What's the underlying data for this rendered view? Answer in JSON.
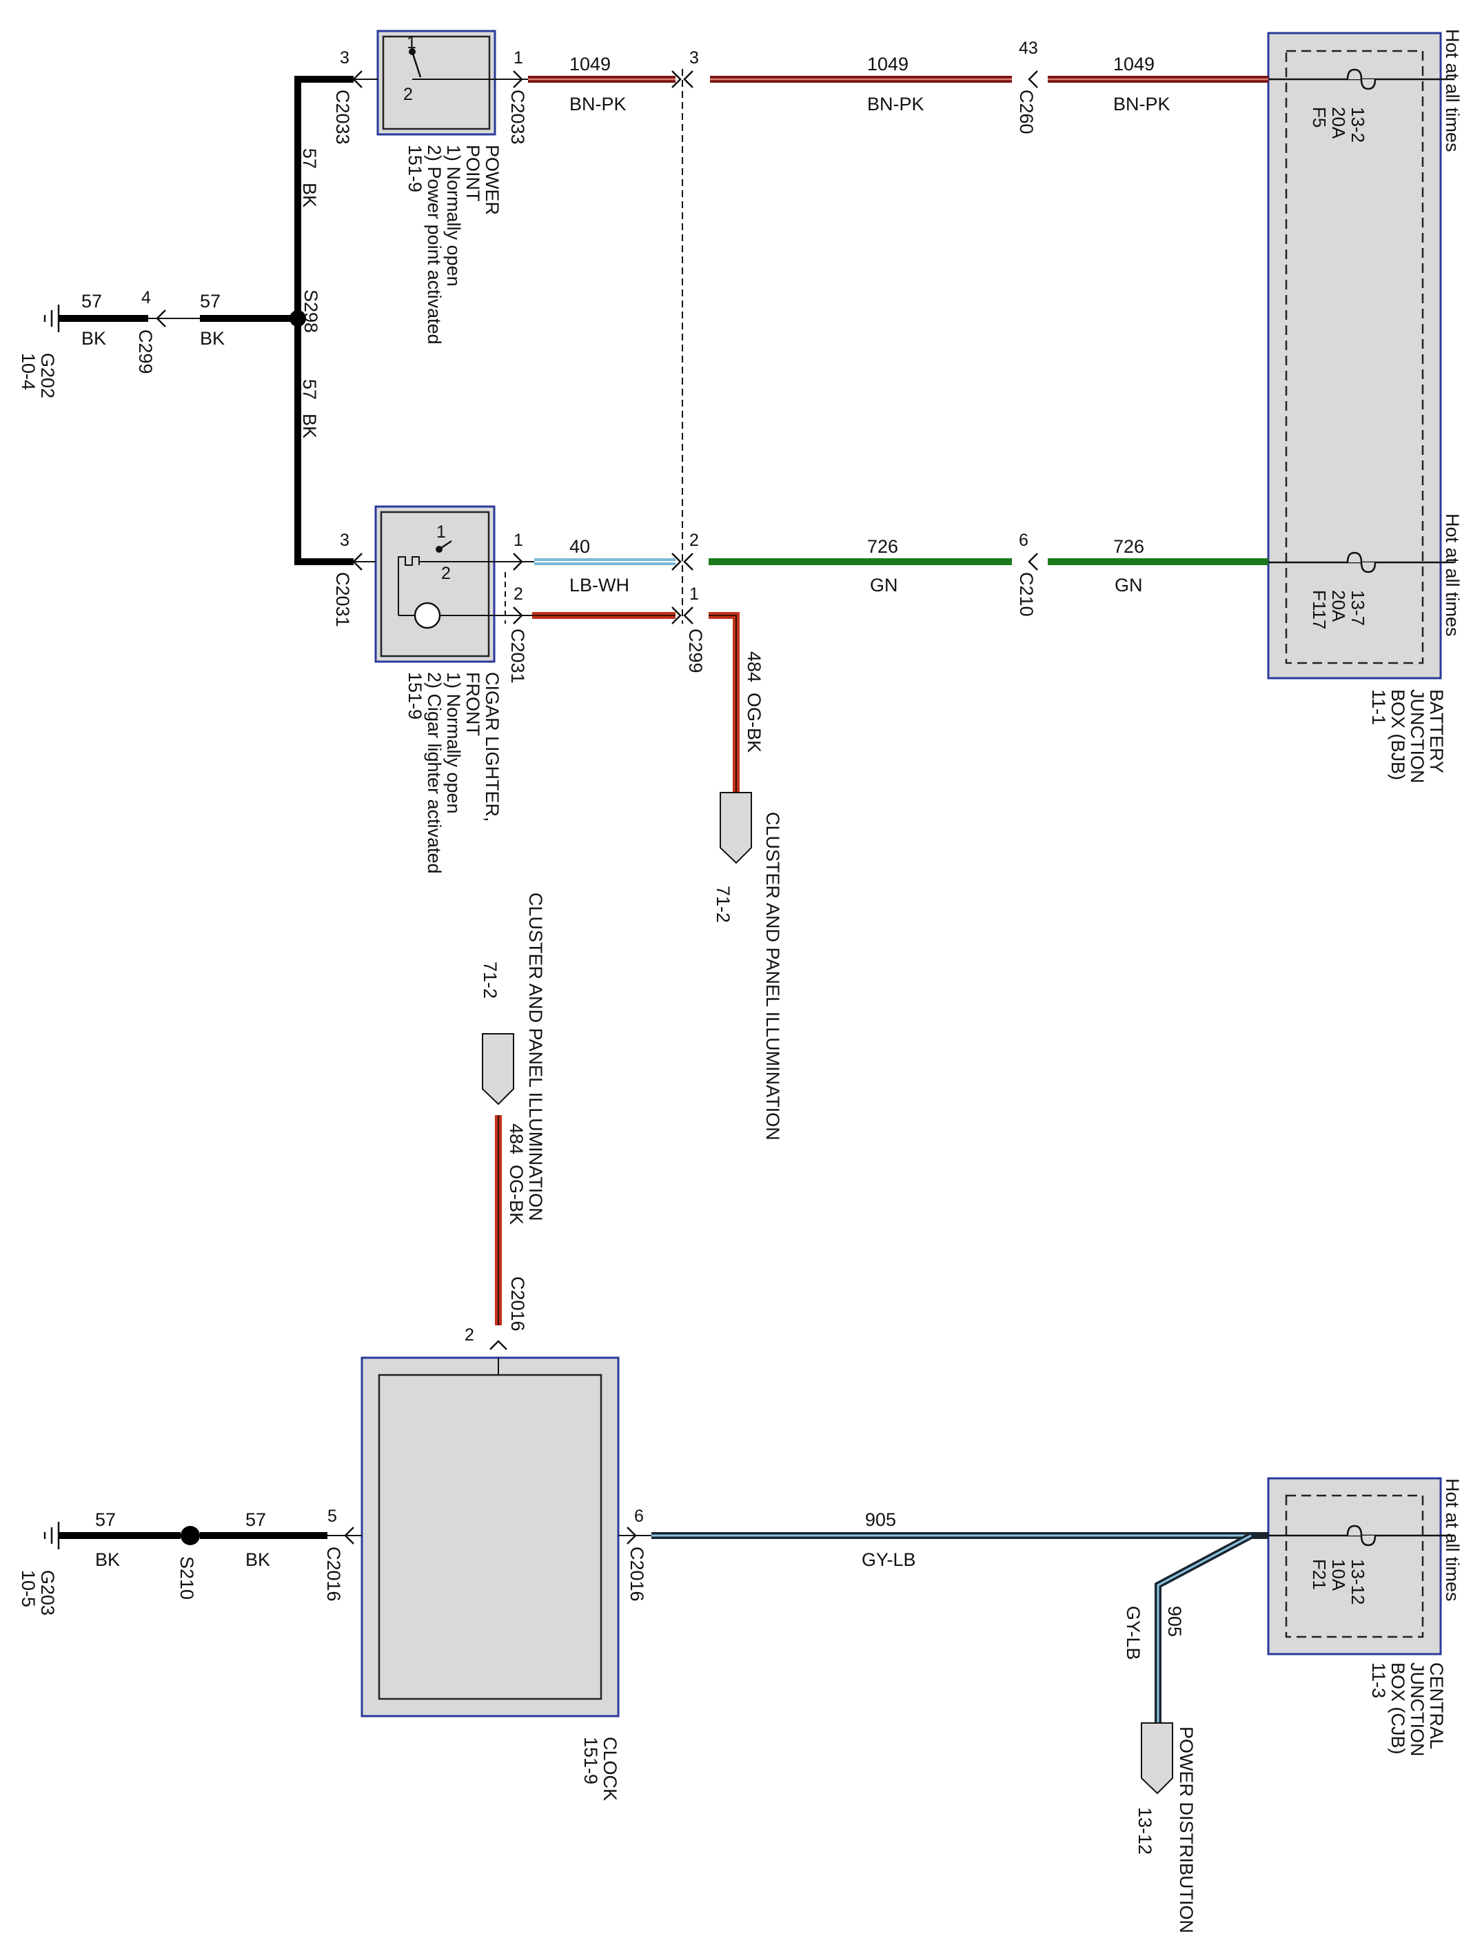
{
  "bjb": {
    "name_lines": [
      "BATTERY",
      "JUNCTION",
      "BOX (BJB)",
      "11-1"
    ],
    "hot_label_top": "Hot at all times",
    "hot_label_bottom": "Hot at all times",
    "fuse_f5": [
      "F5",
      "20A",
      "13-2"
    ],
    "fuse_f117": [
      "F117",
      "20A",
      "13-7"
    ]
  },
  "cjb": {
    "name_lines": [
      "CENTRAL",
      "JUNCTION",
      "BOX (CJB)",
      "11-3"
    ],
    "hot_label": "Hot at all times",
    "fuse_f21": [
      "F21",
      "10A",
      "13-12"
    ]
  },
  "power_point": {
    "lines": [
      "POWER",
      "POINT",
      "1) Normally open",
      "2) Power point activated",
      "151-9"
    ],
    "pin_a": "1",
    "pin_b": "2"
  },
  "cigar_lighter": {
    "lines": [
      "CIGAR LIGHTER,",
      "FRONT",
      "1) Normally open",
      "2) Cigar lighter activated",
      "151-9"
    ],
    "pin_a": "1",
    "pin_b": "2"
  },
  "clock": {
    "lines": [
      "CLOCK",
      "151-9"
    ]
  },
  "connectors": {
    "c2033_left": "C2033",
    "c2033_left_pin": "3",
    "c2033_right": "C2033",
    "c2033_right_pin": "1",
    "c2031_left": "C2031",
    "c2031_left_pin": "3",
    "c2031_right": "C2031",
    "c2031_right_pin1": "1",
    "c2031_right_pin2": "2",
    "c299_top_pin": "3",
    "c299_mid_pin": "2",
    "c299_bot_pin": "1",
    "c299": "C299",
    "c260": "C260",
    "c260_pin": "43",
    "c210": "C210",
    "c210_pin": "6",
    "c299_ground": "C299",
    "c299_ground_pin": "4",
    "c2016_top": "C2016",
    "c2016_top_pin": "2",
    "c2016_left": "C2016",
    "c2016_left_pin": "5",
    "c2016_right": "C2016",
    "c2016_right_pin": "6"
  },
  "wires": {
    "w1049_a": "1049",
    "w1049_a_color": "BN-PK",
    "w1049_b": "1049",
    "w1049_b_color": "BN-PK",
    "w1049_c": "1049",
    "w1049_c_color": "BN-PK",
    "w40": "40",
    "w40_color": "LB-WH",
    "w726_a": "726",
    "w726_a_color": "GN",
    "w726_b": "726",
    "w726_b_color": "GN",
    "w484_a": "484",
    "w484_a_color": "OG-BK",
    "w484_b": "484",
    "w484_b_color": "OG-BK",
    "w57_vert_top": "57",
    "w57_vert_top_color": "BK",
    "w57_vert_bot": "57",
    "w57_vert_bot_color": "BK",
    "w57_gnd_a": "57",
    "w57_gnd_a_color": "BK",
    "w57_gnd_b": "57",
    "w57_gnd_b_color": "BK",
    "w57_clk_a": "57",
    "w57_clk_a_color": "BK",
    "w57_clk_b": "57",
    "w57_clk_b_color": "BK",
    "w905_h": "905",
    "w905_h_color": "GY-LB",
    "w905_v": "905",
    "w905_v_color": "GY-LB"
  },
  "splices": {
    "s298": "S298",
    "s210": "S210"
  },
  "grounds": {
    "g202": [
      "G202",
      "10-4"
    ],
    "g203": [
      "G203",
      "10-5"
    ]
  },
  "references": {
    "cluster_top": "CLUSTER AND PANEL ILLUMINATION",
    "cluster_top_page": "71-2",
    "cluster_mid": "CLUSTER AND PANEL ILLUMINATION",
    "cluster_mid_page": "71-2",
    "power_distribution": "POWER DISTRIBUTION",
    "power_distribution_page": "13-12"
  },
  "colors": {
    "box_fill": "#d9d9d9",
    "box_stroke": "#2b3a9a",
    "bn_pk_base": "#7a1410",
    "bn_pk_stripe": "#e07a74",
    "gn": "#1c7a1c",
    "lb_wh_base": "#7ab8d8",
    "og_bk_base": "#c0301a",
    "og_bk_stripe": "#3a1008",
    "gy_lb_base": "#1a2630",
    "gy_lb_stripe": "#8cc4e0",
    "bk": "#000000"
  }
}
